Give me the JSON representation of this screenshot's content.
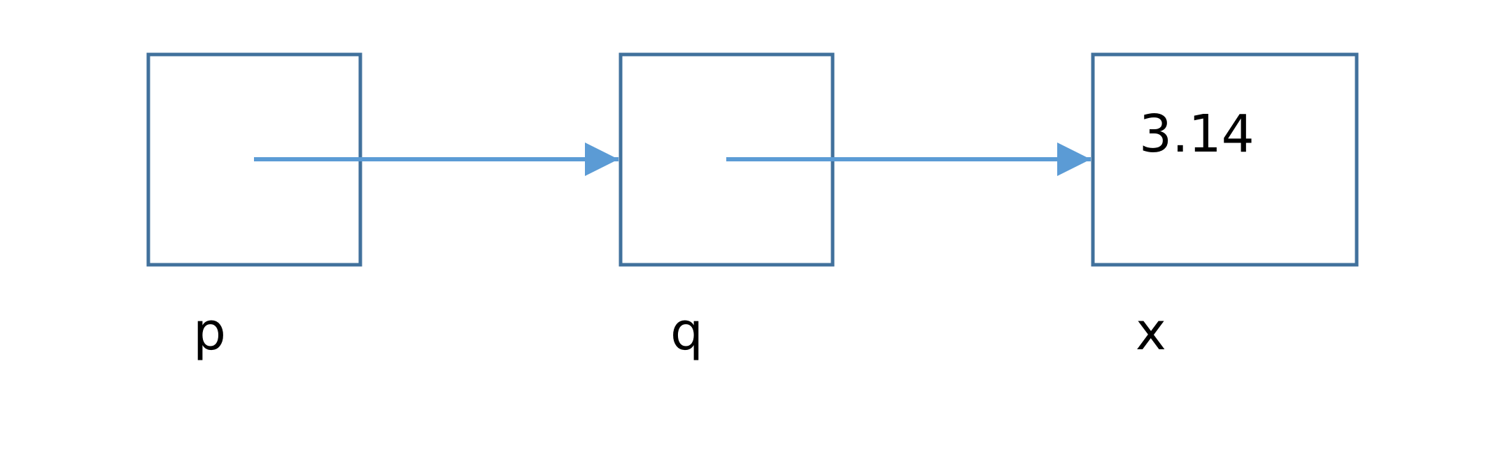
{
  "colors": {
    "box_stroke": "#41719c",
    "arrow": "#5b9bd5",
    "text": "#000000"
  },
  "nodes": [
    {
      "id": "p",
      "label": "p",
      "value": ""
    },
    {
      "id": "q",
      "label": "q",
      "value": ""
    },
    {
      "id": "x",
      "label": "x",
      "value": "3.14"
    }
  ],
  "edges": [
    {
      "from": "p",
      "to": "q"
    },
    {
      "from": "q",
      "to": "x"
    }
  ]
}
